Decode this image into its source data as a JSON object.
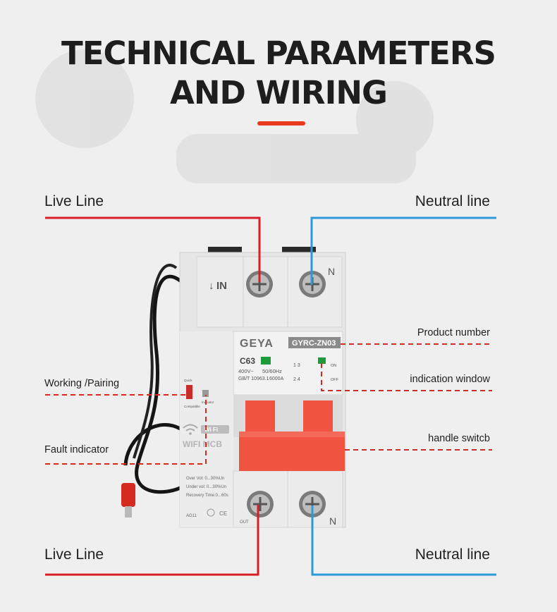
{
  "header": {
    "title_line1": "TECHNICAL PARAMETERS",
    "title_line2": "AND WIRING"
  },
  "labels": {
    "live_top": "Live Line",
    "neutral_top": "Neutral line",
    "product_number": "Product number",
    "indication_window": "indication window",
    "working_pairing": "Working /Pairing",
    "handle_switch": "handle switcb",
    "fault_indicator": "Fault indicator",
    "live_bottom": "Live Line",
    "neutral_bottom": "Neutral line"
  },
  "device": {
    "in_label": "IN",
    "n_top": "N",
    "n_bottom": "N",
    "brand": "GEYA",
    "model": "GYRC-ZN03",
    "rating": "C63",
    "spec_voltage": "400V~",
    "spec_freq": "50/60Hz",
    "spec_standard": "GB/T 10963.1",
    "spec_capacity": "6000A",
    "on_label": "ON",
    "off_label": "OFF",
    "quick_label": "Quick",
    "compatible_label": "Compatible",
    "indicator_label": "Indicator",
    "wifi_label": "WIFI MCB",
    "wifi_badge": "Wi Fi",
    "over_vol": "Over Vol: 0...30%Un",
    "under_vol": "Under vol: 0...30%Un",
    "recovery": "Recovery Time:0...60s",
    "code": "AG11",
    "ce_mark": "CE",
    "out_label": "OUT",
    "contact_marks_top": "1 3",
    "contact_marks_bottom": "2 4"
  },
  "colors": {
    "accent": "#e8391e",
    "live_line": "#d81e26",
    "neutral_line": "#2a9ad8",
    "dashed": "#d62a1e",
    "handle": "#f0533f",
    "indicator_green": "#1f9a3a"
  }
}
